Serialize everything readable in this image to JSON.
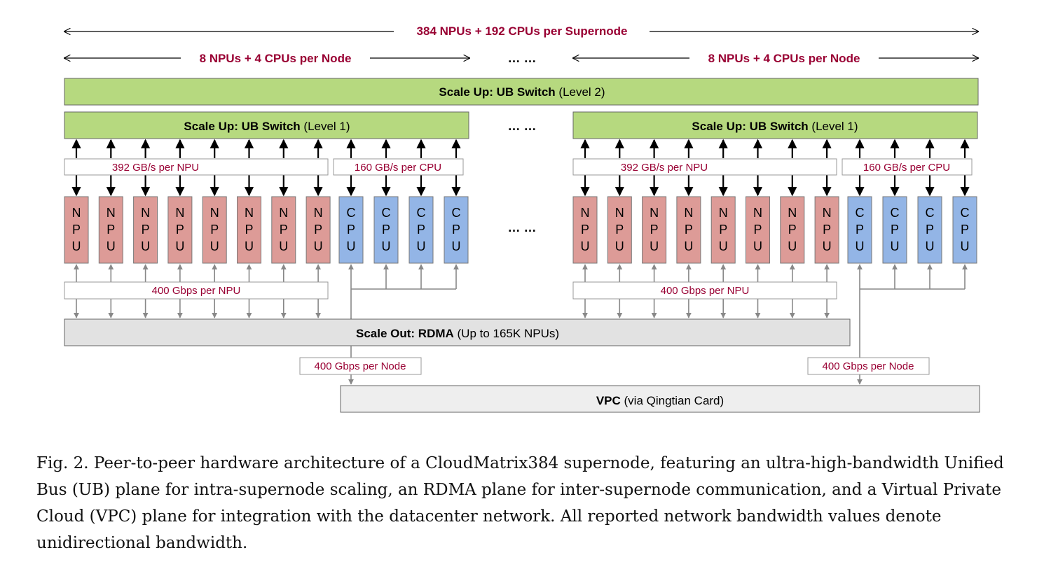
{
  "header": {
    "supernode_label": "384 NPUs + 192 CPUs per Supernode",
    "node_label_left": "8 NPUs + 4 CPUs per Node",
    "node_label_right": "8 NPUs + 4 CPUs per Node",
    "ellipsis": "… …"
  },
  "level2": {
    "bold": "Scale Up: UB Switch",
    "normal": " (Level 2)"
  },
  "level1": {
    "bold": "Scale Up: UB Switch",
    "normal": " (Level 1)"
  },
  "bandwidth": {
    "npu_ub": "392 GB/s per NPU",
    "cpu_ub": "160 GB/s per CPU",
    "npu_rdma": "400 Gbps per NPU",
    "node_vpc": "400 Gbps per Node"
  },
  "chips": {
    "npu": [
      "N",
      "P",
      "U"
    ],
    "cpu": [
      "C",
      "P",
      "U"
    ]
  },
  "rdma": {
    "bold": "Scale Out: RDMA",
    "normal": " (Up to 165K NPUs)"
  },
  "vpc": {
    "bold": "VPC",
    "normal": " (via Qingtian Card)"
  },
  "caption": "Fig. 2.  Peer-to-peer hardware architecture of a CloudMatrix384 supernode, featuring an ultra-high-bandwidth Unified Bus (UB) plane for intra-supernode scaling, an RDMA plane for inter-supernode communication, and a Virtual Private Cloud (VPC) plane for integration with the datacenter network. All reported network bandwidth values denote unidirectional bandwidth.",
  "colors": {
    "accent_text": "#990033",
    "switch_fill": "#b6d97f",
    "npu_fill": "#dd9b97",
    "cpu_fill": "#93b5e6",
    "gray_fill": "#e2e2e2"
  }
}
